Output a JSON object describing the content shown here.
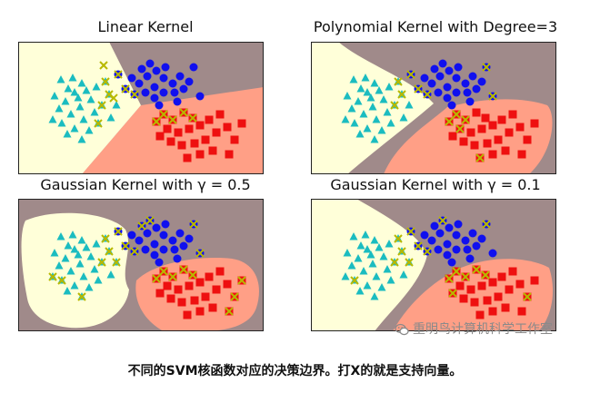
{
  "chart_data": [
    {
      "type": "scatter",
      "title": "Linear Kernel",
      "classes": [
        "cyan-triangle",
        "blue-circle",
        "red-square"
      ],
      "decision_regions": {
        "left": "#ffffd9",
        "top": "#a08a8a",
        "bottom-right": "#ff9f86"
      },
      "support_vector_marker": "X"
    },
    {
      "type": "scatter",
      "title": "Polynomial Kernel with Degree=3",
      "classes": [
        "cyan-triangle",
        "blue-circle",
        "red-square"
      ],
      "decision_regions": {
        "left": "#ffffd9",
        "top": "#a08a8a",
        "bottom-right": "#ff9f86"
      },
      "support_vector_marker": "X"
    },
    {
      "type": "scatter",
      "title": "Gaussian Kernel with γ = 0.5",
      "classes": [
        "cyan-triangle",
        "blue-circle",
        "red-square"
      ],
      "decision_regions": {
        "left": "#ffffd9",
        "top": "#a08a8a",
        "bottom-right": "#ff9f86"
      },
      "support_vector_marker": "X"
    },
    {
      "type": "scatter",
      "title": "Gaussian Kernel with γ = 0.1",
      "classes": [
        "cyan-triangle",
        "blue-circle",
        "red-square"
      ],
      "decision_regions": {
        "left": "#ffffd9",
        "top": "#a08a8a",
        "bottom-right": "#ff9f86"
      },
      "support_vector_marker": "X"
    }
  ],
  "colors": {
    "class_a": "#1bbcc0",
    "class_b": "#1010ee",
    "class_c": "#ee1010",
    "support_vector": "#b8b800",
    "region_a": "#ffffd9",
    "region_b": "#a08a8a",
    "region_c": "#ff9f86"
  },
  "watermark": {
    "text": "重明鸟计算机科学工作室",
    "icon": "wechat-icon"
  },
  "caption": "不同的SVM核函数对应的决策边界。打X的就是支持向量。"
}
